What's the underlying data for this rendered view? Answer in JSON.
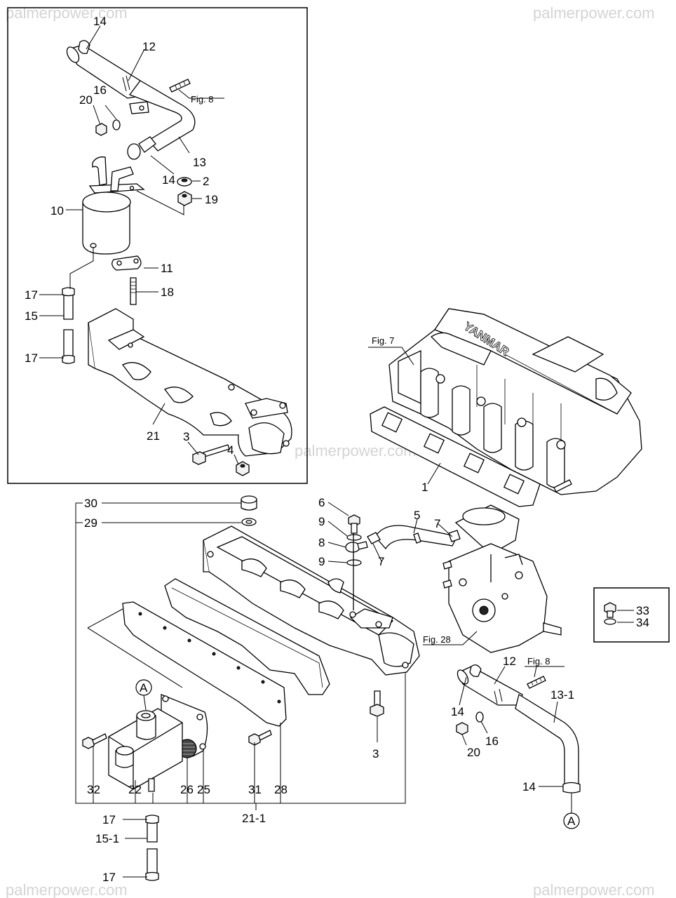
{
  "watermark": "palmerpower.com",
  "fig_refs": {
    "fig8_top": "Fig. 8",
    "fig7": "Fig. 7",
    "fig28": "Fig. 28",
    "fig8_right": "Fig. 8"
  },
  "labels": {
    "c1": "1",
    "c2": "2",
    "c3_top": "3",
    "c3_mid": "3",
    "c4": "4",
    "c5": "5",
    "c6": "6",
    "c7_a": "7",
    "c7_b": "7",
    "c8": "8",
    "c9_a": "9",
    "c9_b": "9",
    "c10": "10",
    "c11": "11",
    "c12_top": "12",
    "c12_right": "12",
    "c13": "13",
    "c13_1": "13-1",
    "c14_top": "14",
    "c14_mid": "14",
    "c14_right": "14",
    "c14_low": "14",
    "c15": "15",
    "c15_1": "15-1",
    "c16_top": "16",
    "c16_right": "16",
    "c17_a": "17",
    "c17_b": "17",
    "c17_c": "17",
    "c17_d": "17",
    "c18": "18",
    "c19": "19",
    "c20_top": "20",
    "c20_right": "20",
    "c21": "21",
    "c21_1": "21-1",
    "c22": "22",
    "c25": "25",
    "c26": "26",
    "c28": "28",
    "c29": "29",
    "c30": "30",
    "c31": "31",
    "c32": "32",
    "c33": "33",
    "c34": "34"
  },
  "circle_marks": {
    "a_top": "A",
    "a_bottom": "A"
  },
  "engine_brand": "YANMAR"
}
